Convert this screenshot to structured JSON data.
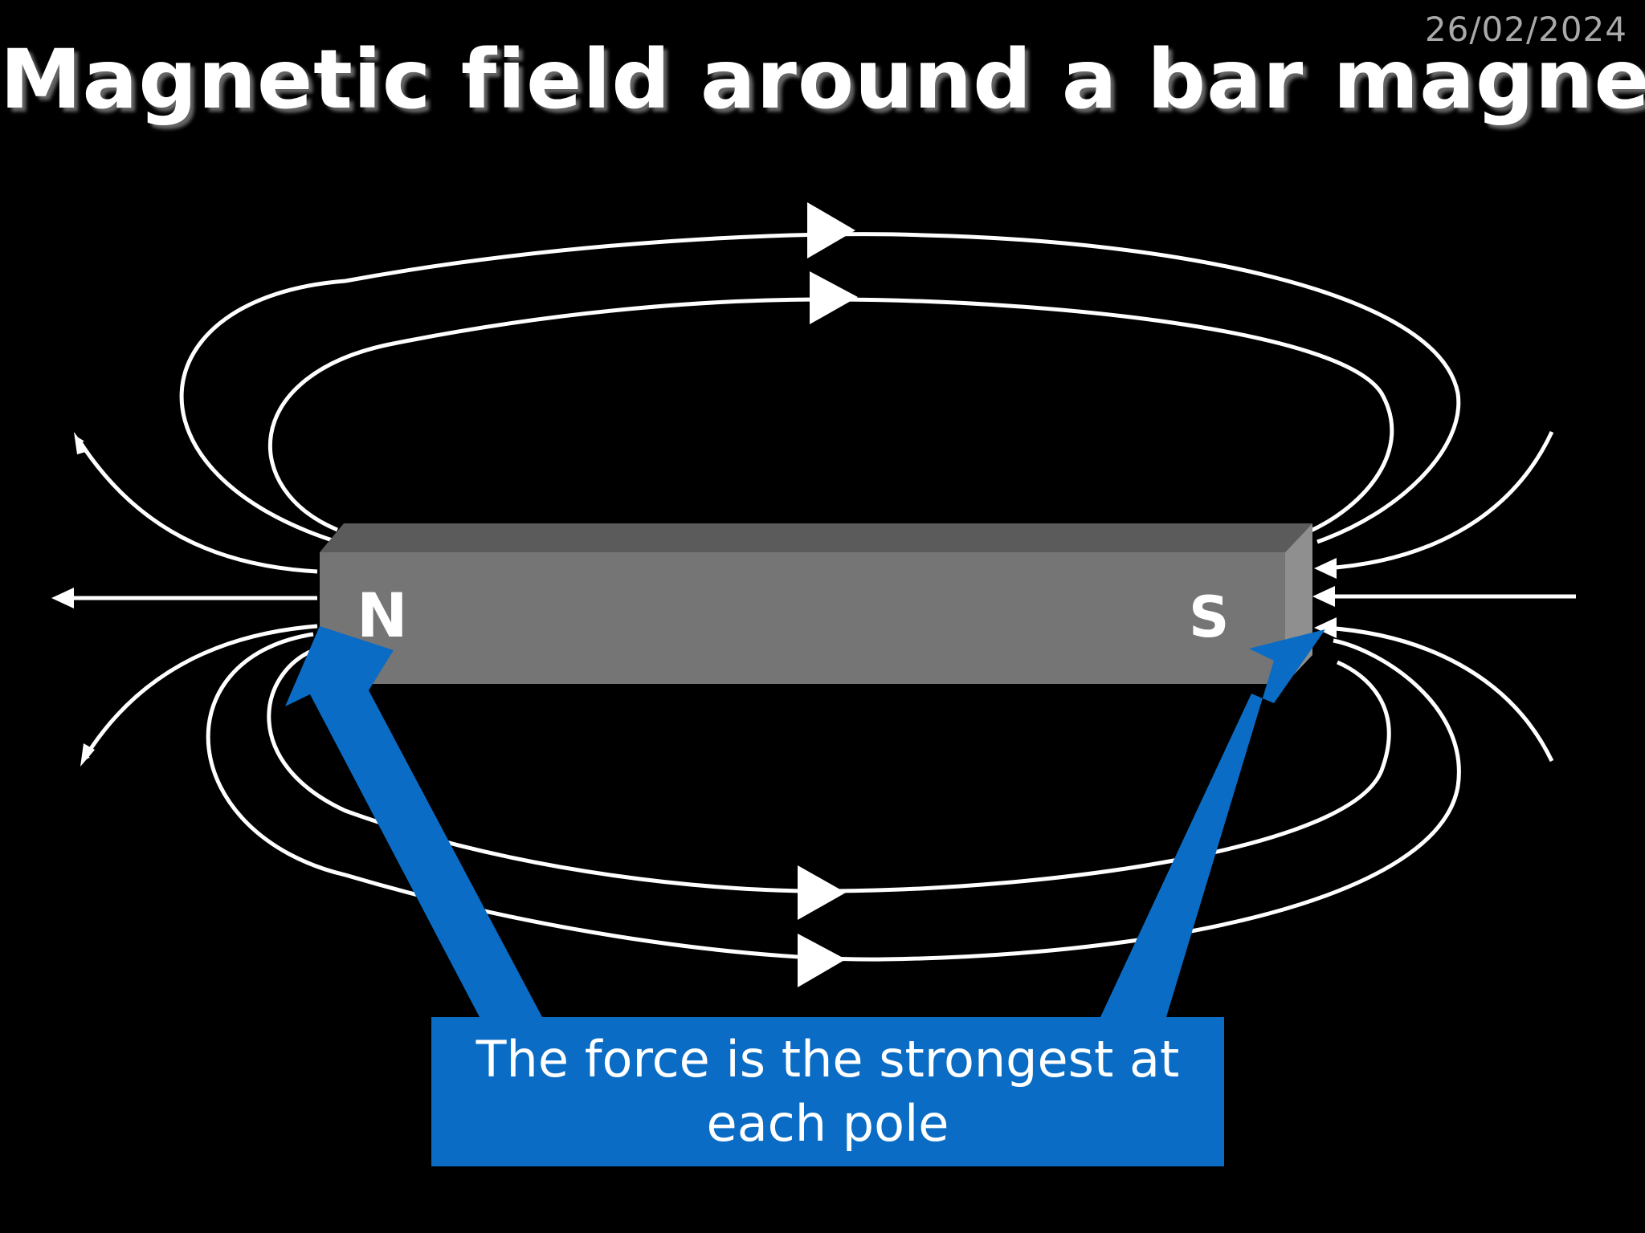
{
  "slide": {
    "date": "26/02/2024",
    "title": "Magnetic field around a bar magnet"
  },
  "magnet": {
    "north_label": "N",
    "south_label": "S",
    "colors": {
      "face": "#757575",
      "top": "#5b5b5b",
      "end": "#8a8a8a"
    }
  },
  "callout": {
    "text": "The force is the strongest at each pole",
    "color": "#0a6cc4"
  },
  "field_lines": {
    "color": "#ffffff",
    "direction": "north-to-south"
  }
}
